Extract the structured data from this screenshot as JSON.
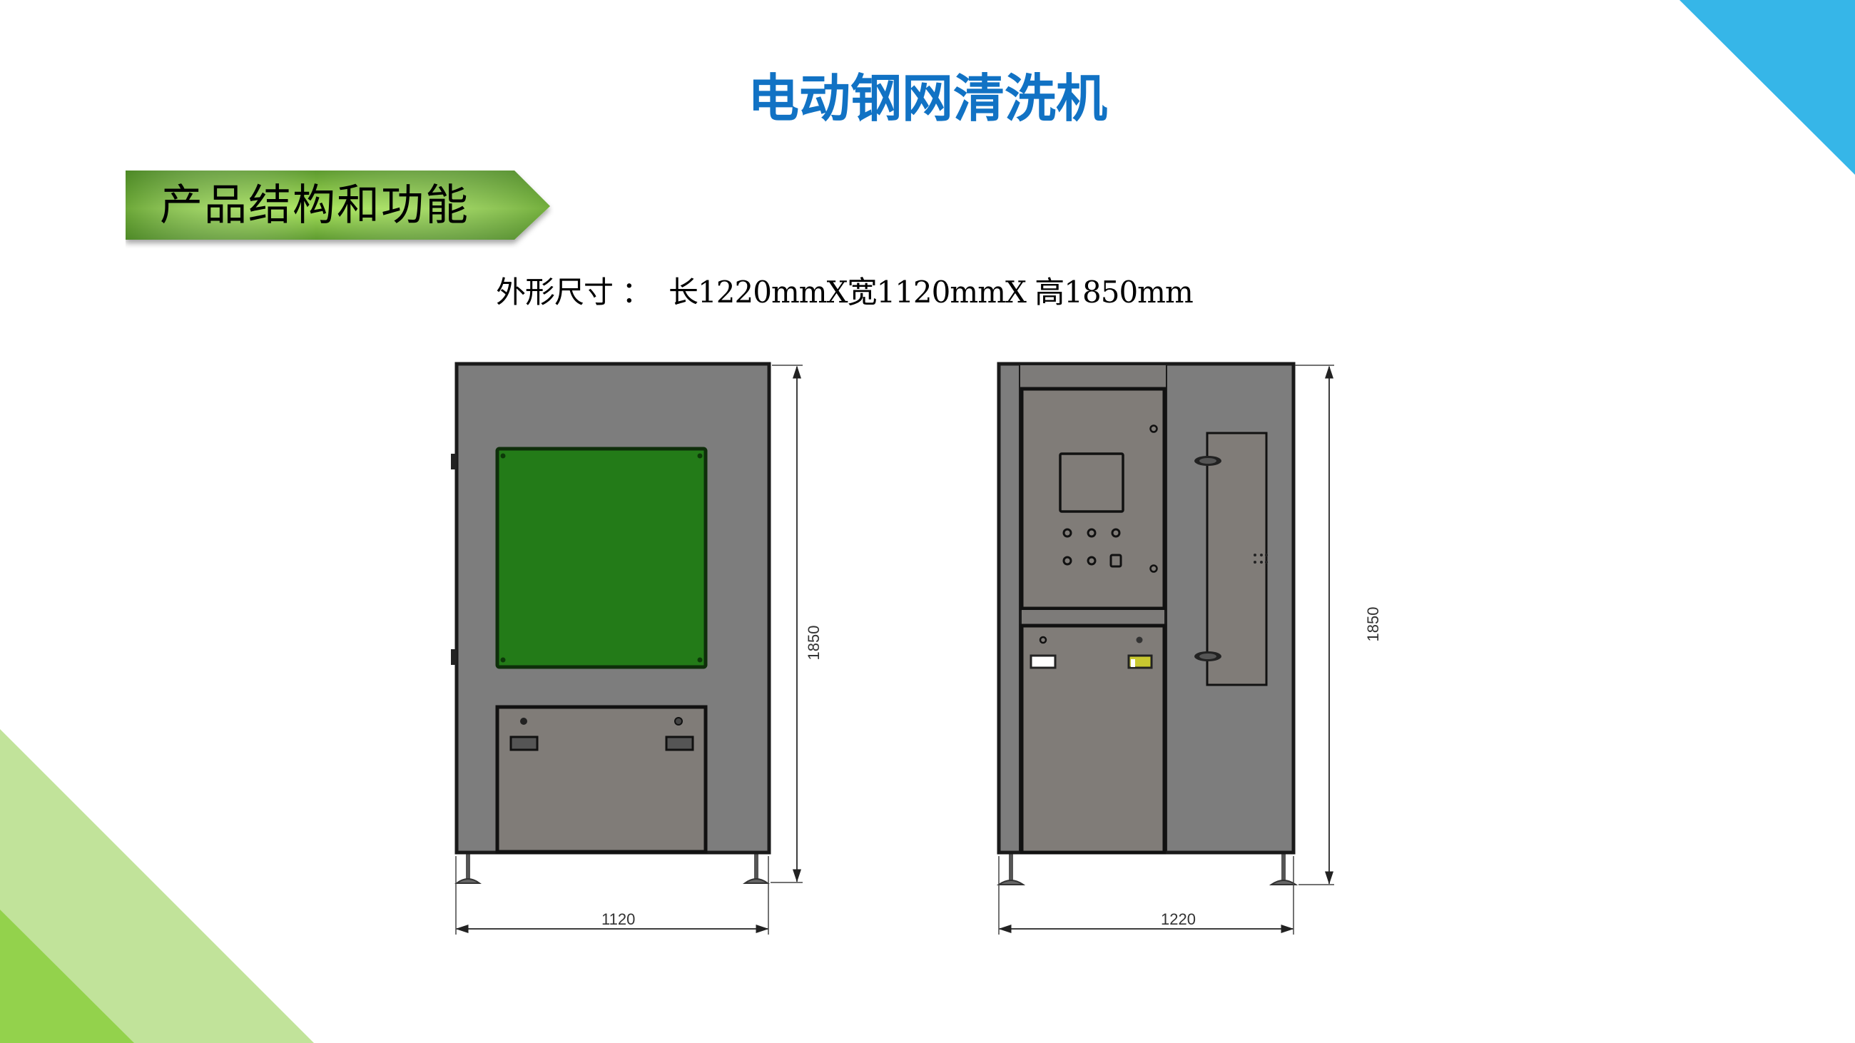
{
  "slide": {
    "title": "电动钢网清洗机",
    "section_banner": "产品结构和功能",
    "dimensions_text": "外形尺寸 ：  长1220mmX宽1120mmX 高1850mm",
    "colors": {
      "title": "#1172c4",
      "corner_top_right": "#36b6e8",
      "corner_bottom_left_light": "#c1e39a",
      "corner_bottom_left_dark": "#93d24c",
      "banner_dark": "#4f8a2a",
      "banner_light": "#9fe052",
      "machine_body": "#7d7d7d",
      "machine_door": "#807c78",
      "window_green": "#237b18",
      "outline": "#1a1a1a"
    }
  },
  "drawings": {
    "side_view": {
      "label": "side-view",
      "width_dim": "1120",
      "height_dim": "1850"
    },
    "front_view": {
      "label": "front-view",
      "width_dim": "1220",
      "height_dim": "1850"
    }
  }
}
